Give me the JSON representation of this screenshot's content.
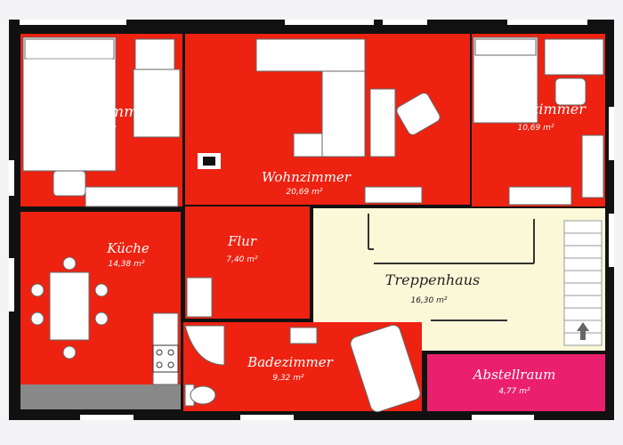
{
  "colors": {
    "background": "#f4f4f6",
    "room_red": "#ee2211",
    "staircase_cream": "#fbf8d8",
    "storage_pink": "#ea1f6e",
    "wall": "#111111",
    "kitchen_counter": "#888888"
  },
  "rooms": {
    "schlafzimmer_left": {
      "name": "Schlafzimmer",
      "area": "12,54 m²"
    },
    "wohnzimmer": {
      "name": "Wohnzimmer",
      "area": "20,69 m²"
    },
    "schlafzimmer_right": {
      "name": "Schlafzimmer",
      "area": "10,69 m²"
    },
    "kueche": {
      "name": "Küche",
      "area": "14,38 m²"
    },
    "flur": {
      "name": "Flur",
      "area": "7,40 m²"
    },
    "treppenhaus": {
      "name": "Treppenhaus",
      "area": "16,30 m²"
    },
    "badezimmer": {
      "name": "Badezimmer",
      "area": "9,32 m²"
    },
    "abstellraum": {
      "name": "Abstellraum",
      "area": "4,77 m²"
    }
  },
  "icons": [
    "bed-icon",
    "armchair-icon",
    "sofa-icon",
    "dining-table-icon",
    "stove-icon",
    "sink-icon",
    "toilet-icon",
    "bathtub-icon",
    "shower-icon",
    "stairs-icon",
    "up-arrow-icon"
  ]
}
